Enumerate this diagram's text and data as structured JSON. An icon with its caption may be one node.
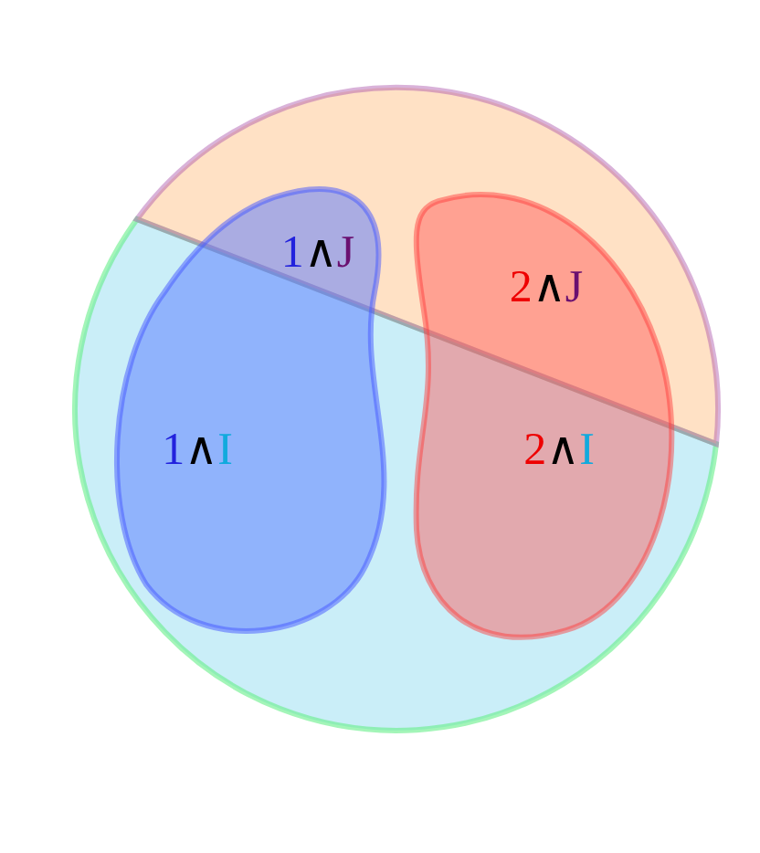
{
  "diagram": {
    "labels": [
      "1∧J",
      "2∧J",
      "1∧I",
      "2∧I"
    ]
  }
}
